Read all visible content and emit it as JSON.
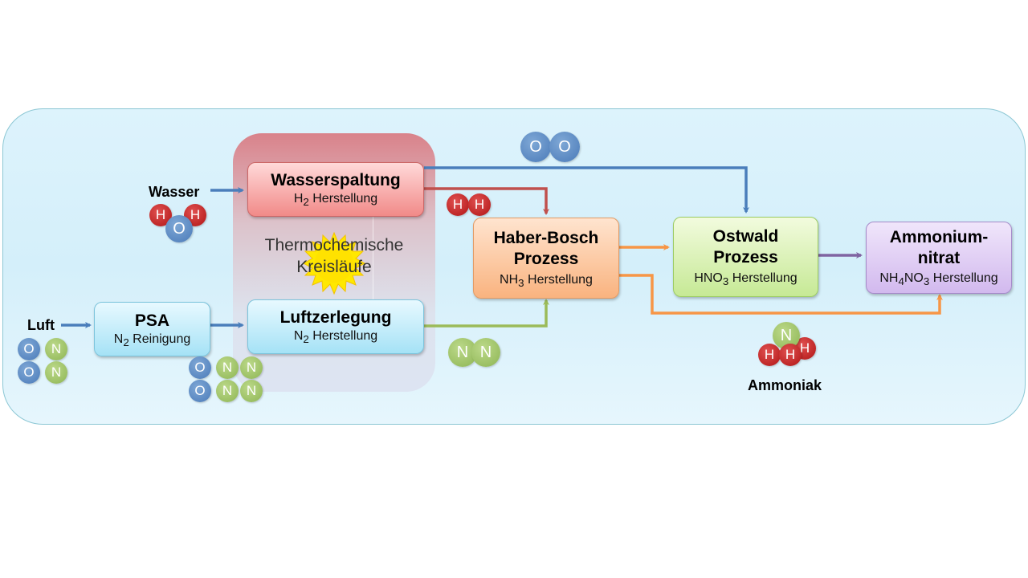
{
  "boxes": {
    "wasserspaltung": {
      "title": "Wasserspaltung",
      "sub_pre": "H",
      "sub_idx": "2",
      "sub_post": " Herstellung"
    },
    "psa": {
      "title": "PSA",
      "sub_pre": "N",
      "sub_idx": "2",
      "sub_post": " Reinigung"
    },
    "luftzerlegung": {
      "title": "Luftzerlegung",
      "sub_pre": "N",
      "sub_idx": "2",
      "sub_post": " Herstellung"
    },
    "haber": {
      "title1": "Haber-Bosch",
      "title2": "Prozess",
      "sub_pre": "NH",
      "sub_idx": "3",
      "sub_post": " Herstellung"
    },
    "ostwald": {
      "title1": "Ostwald",
      "title2": "Prozess",
      "sub_pre": "HNO",
      "sub_idx": "3",
      "sub_post": " Herstellung"
    },
    "ammonium": {
      "title1": "Ammonium-",
      "title2": "nitrat",
      "sub_a": "NH",
      "sub_i1": "4",
      "sub_b": "NO",
      "sub_i2": "3",
      "sub_c": " Herstellung"
    }
  },
  "labels": {
    "wasser": "Wasser",
    "luft": "Luft",
    "ammoniak": "Ammoniak",
    "thermo_line1": "Thermochemische",
    "thermo_line2": "Kreisläufe"
  },
  "atoms": {
    "o": "O",
    "n": "N",
    "h": "H"
  },
  "colors": {
    "blue_arrow": "#4a7ebb",
    "red_arrow": "#c0504d",
    "green_arrow": "#9bbb59",
    "orange_arrow": "#f79646",
    "purple_arrow": "#8064a2"
  }
}
